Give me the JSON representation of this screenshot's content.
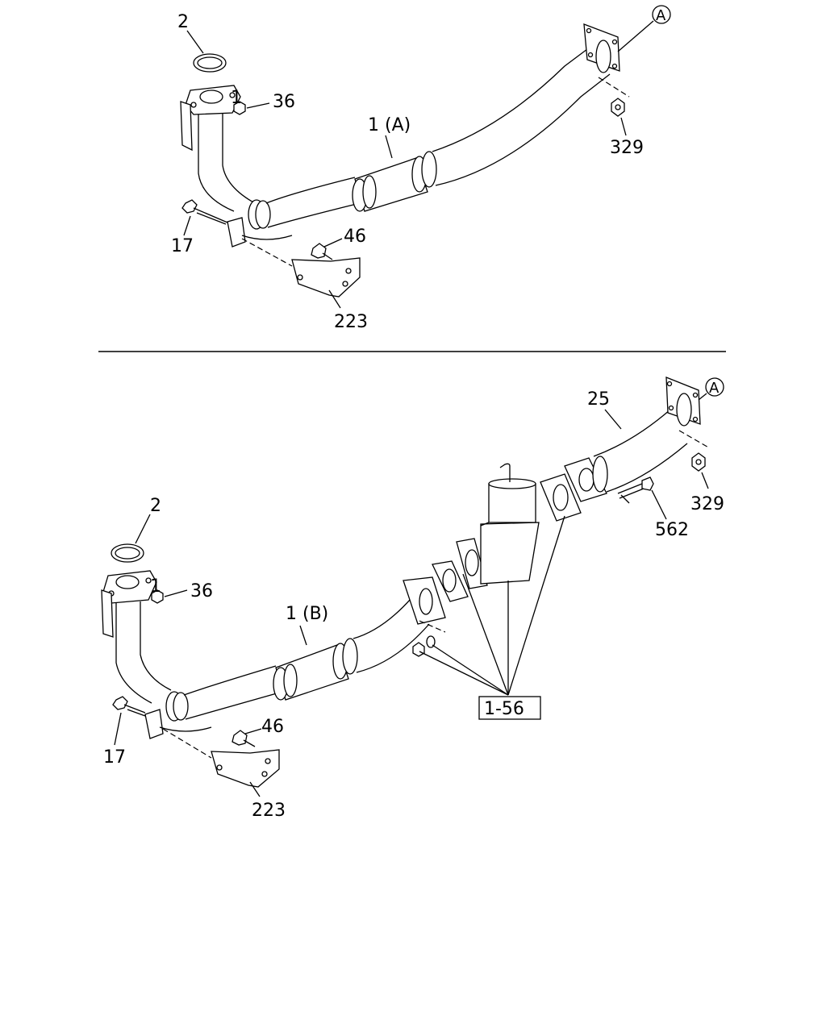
{
  "top": {
    "labels": {
      "gasket": "2",
      "one": "1",
      "nut36": "36",
      "pipe": "1 (A)",
      "ref_a": "A",
      "nut329": "329",
      "bolt17": "17",
      "bolt46": "46",
      "bracket223": "223"
    }
  },
  "bottom": {
    "labels": {
      "gasket": "2",
      "one": "1",
      "nut36": "36",
      "pipe": "1 (B)",
      "pipe25": "25",
      "ref_a": "A",
      "nut329": "329",
      "bolt562": "562",
      "ref_box": "1-56",
      "bolt17": "17",
      "bolt46": "46",
      "bracket223": "223"
    }
  }
}
